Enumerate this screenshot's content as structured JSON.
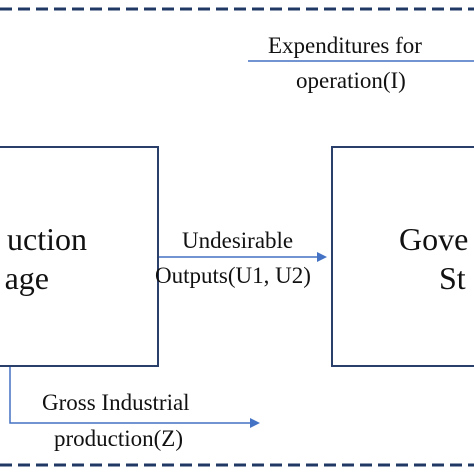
{
  "diagram": {
    "nodes": [
      {
        "id": "production-stage",
        "line1": "uction",
        "line2": "age"
      },
      {
        "id": "governance-stage",
        "line1": "Gove",
        "line2": "St"
      }
    ],
    "edges": [
      {
        "id": "undesirable-outputs",
        "line1": "Undesirable",
        "line2": "Outputs(U1, U2)"
      },
      {
        "id": "gross-industrial-production",
        "line1": "Gross Industrial",
        "line2": "production(Z)"
      },
      {
        "id": "expenditures-for-operation",
        "line1": "Expenditures for",
        "line2": "operation(I)"
      }
    ]
  },
  "colors": {
    "box_border": "#2b3f6b",
    "arrow": "#4472c4",
    "dashed_border": "#1f3864",
    "text": "#111111"
  }
}
